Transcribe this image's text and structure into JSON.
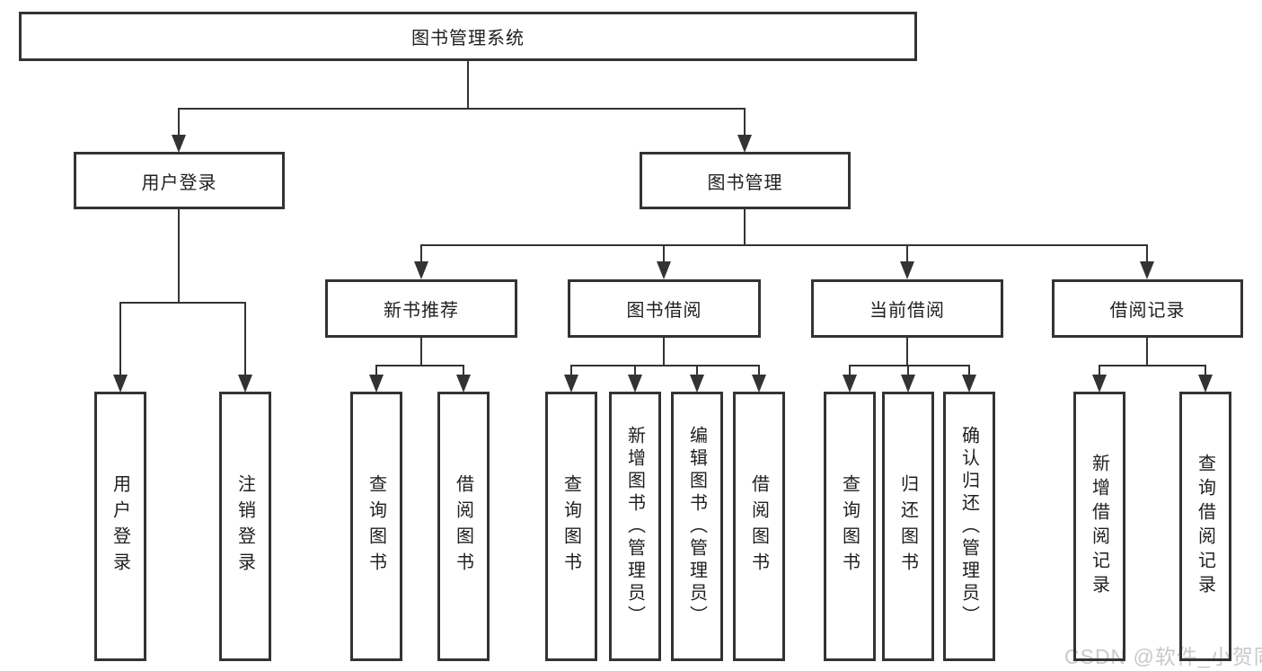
{
  "tree": {
    "label": "图书管理系统",
    "children": [
      {
        "label": "用户登录",
        "children": [
          {
            "label": "用户登录"
          },
          {
            "label": "注销登录"
          }
        ]
      },
      {
        "label": "图书管理",
        "children": [
          {
            "label": "新书推荐",
            "children": [
              {
                "label": "查询图书"
              },
              {
                "label": "借阅图书"
              }
            ]
          },
          {
            "label": "图书借阅",
            "children": [
              {
                "label": "查询图书"
              },
              {
                "label": "新增图书（管理员）"
              },
              {
                "label": "编辑图书（管理员）"
              },
              {
                "label": "借阅图书"
              }
            ]
          },
          {
            "label": "当前借阅",
            "children": [
              {
                "label": "查询图书"
              },
              {
                "label": "归还图书"
              },
              {
                "label": "确认归还（管理员）"
              }
            ]
          },
          {
            "label": "借阅记录",
            "children": [
              {
                "label": "新增借阅记录"
              },
              {
                "label": "查询借阅记录"
              }
            ]
          }
        ]
      }
    ]
  },
  "watermark": "CSDN @软件_小贺同学",
  "colors": {
    "line": "#333333",
    "text": "#1f1f1f",
    "watermark": "#c9c9c9",
    "background": "#ffffff"
  }
}
